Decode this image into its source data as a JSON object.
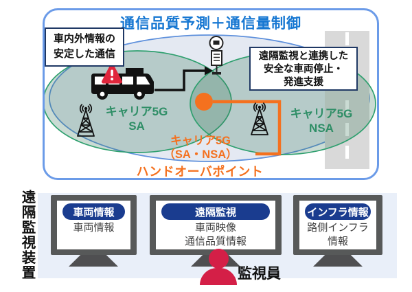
{
  "diagram": {
    "title": "通信品質予測＋通信量制御",
    "left_callout": "車内外情報の\n安定した通信",
    "right_callout": "遠隔監視と連携した\n安全な車両停止・\n発進支援",
    "carrier_sa_label": "キャリア5G\nSA",
    "carrier_nsa_label": "キャリア5G\nNSA",
    "handover_title": "キャリア5G\n（SA・NSA）",
    "handover_subtitle": "ハンドオーバポイント",
    "icons": {
      "bus": "bus-icon",
      "warning": "warning-icon",
      "bus_stop": "bus-stop-sign-icon",
      "antenna_sa": "antenna-icon",
      "antenna_nsa": "antenna-icon",
      "handover_point": "orange-dot"
    },
    "colors": {
      "title_blue": "#1677D2",
      "frame_blue": "#6B9BE8",
      "callout_border_navy": "#1F3864",
      "carrier_green_text": "#2E8E66",
      "coverage_green_stroke": "#2FA06F",
      "prediction_ellipse_stroke": "#5E90DC",
      "handover_orange": "#F4711F",
      "warning_red": "#E0263C",
      "road_gray": "#D9D9D9"
    }
  },
  "monitoring": {
    "device_label": "遠隔監視装置",
    "operator_label": "監視員",
    "monitors": [
      {
        "header": "車両情報",
        "body": "車両情報"
      },
      {
        "header": "遠隔監視",
        "body": "車両映像\n通信品質情報"
      },
      {
        "header": "インフラ情報",
        "body": "路側インフラ\n情報"
      }
    ],
    "colors": {
      "panel_bg": "#E9EFF9",
      "monitor_frame": "#575959",
      "pill_navy": "#1A3C8F",
      "operator_red": "#D41F47"
    }
  }
}
